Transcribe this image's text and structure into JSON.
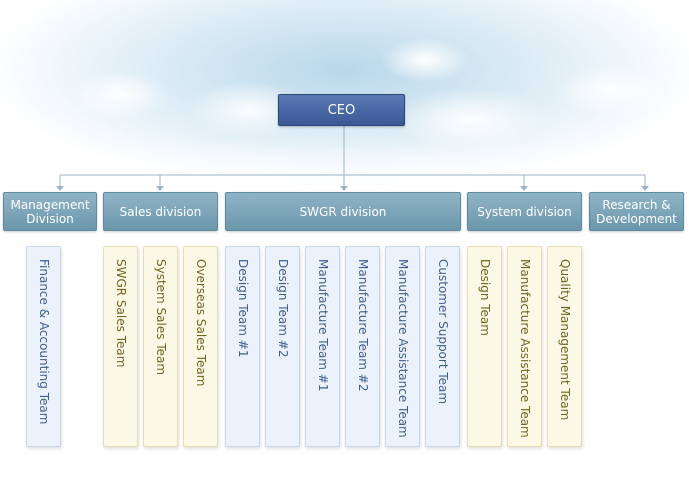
{
  "chart": {
    "ceo": "CEO",
    "divisions": [
      {
        "key": "management",
        "label": "Management\nDivision"
      },
      {
        "key": "sales",
        "label": "Sales division"
      },
      {
        "key": "swgr",
        "label": "SWGR division"
      },
      {
        "key": "system",
        "label": "System division"
      },
      {
        "key": "research",
        "label": "Research &\nDevelopment"
      }
    ],
    "teams": {
      "finance_accounting": "Finance & Accounting Team",
      "swgr_sales": "SWGR Sales Team",
      "system_sales": "System Sales Team",
      "overseas_sales": "Overseas Sales Team",
      "design_1": "Design Team #1",
      "design_2": "Design Team #2",
      "manufacture_1": "Manufacture Team #1",
      "manufacture_2": "Manufacture Team #2",
      "manufacture_assistance_swgr": "Manufacture Assistance Team",
      "customer_support": "Customer Support Team",
      "design_system": "Design Team",
      "manufacture_assistance_system": "Manufacture Assistance Team",
      "quality_management": "Quality Management Team"
    }
  },
  "colors": {
    "ceo_box": "#3a5796",
    "division_box": "#7aa3b6",
    "team_blue": "#ecf2fb",
    "team_yellow": "#fbf8e6",
    "connector": "#9cb3c3"
  }
}
